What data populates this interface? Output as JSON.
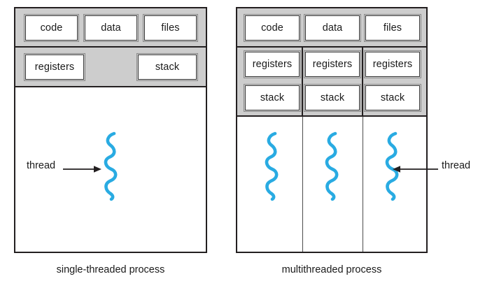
{
  "figure": {
    "accent_color": "#29abe2",
    "band_color": "#cdcdcd",
    "line_color": "#231f20"
  },
  "single_threaded": {
    "caption": "single-threaded process",
    "shared_row": [
      {
        "label": "code"
      },
      {
        "label": "data"
      },
      {
        "label": "files"
      }
    ],
    "per_thread_row": [
      {
        "label": "registers"
      },
      {
        "label": "stack"
      }
    ],
    "annotation": {
      "label": "thread"
    },
    "threads": 1
  },
  "multithreaded": {
    "caption": "multithreaded process",
    "shared_row": [
      {
        "label": "code"
      },
      {
        "label": "data"
      },
      {
        "label": "files"
      }
    ],
    "registers_row": [
      {
        "label": "registers"
      },
      {
        "label": "registers"
      },
      {
        "label": "registers"
      }
    ],
    "stack_row": [
      {
        "label": "stack"
      },
      {
        "label": "stack"
      },
      {
        "label": "stack"
      }
    ],
    "annotation": {
      "label": "thread"
    },
    "threads": 3
  }
}
